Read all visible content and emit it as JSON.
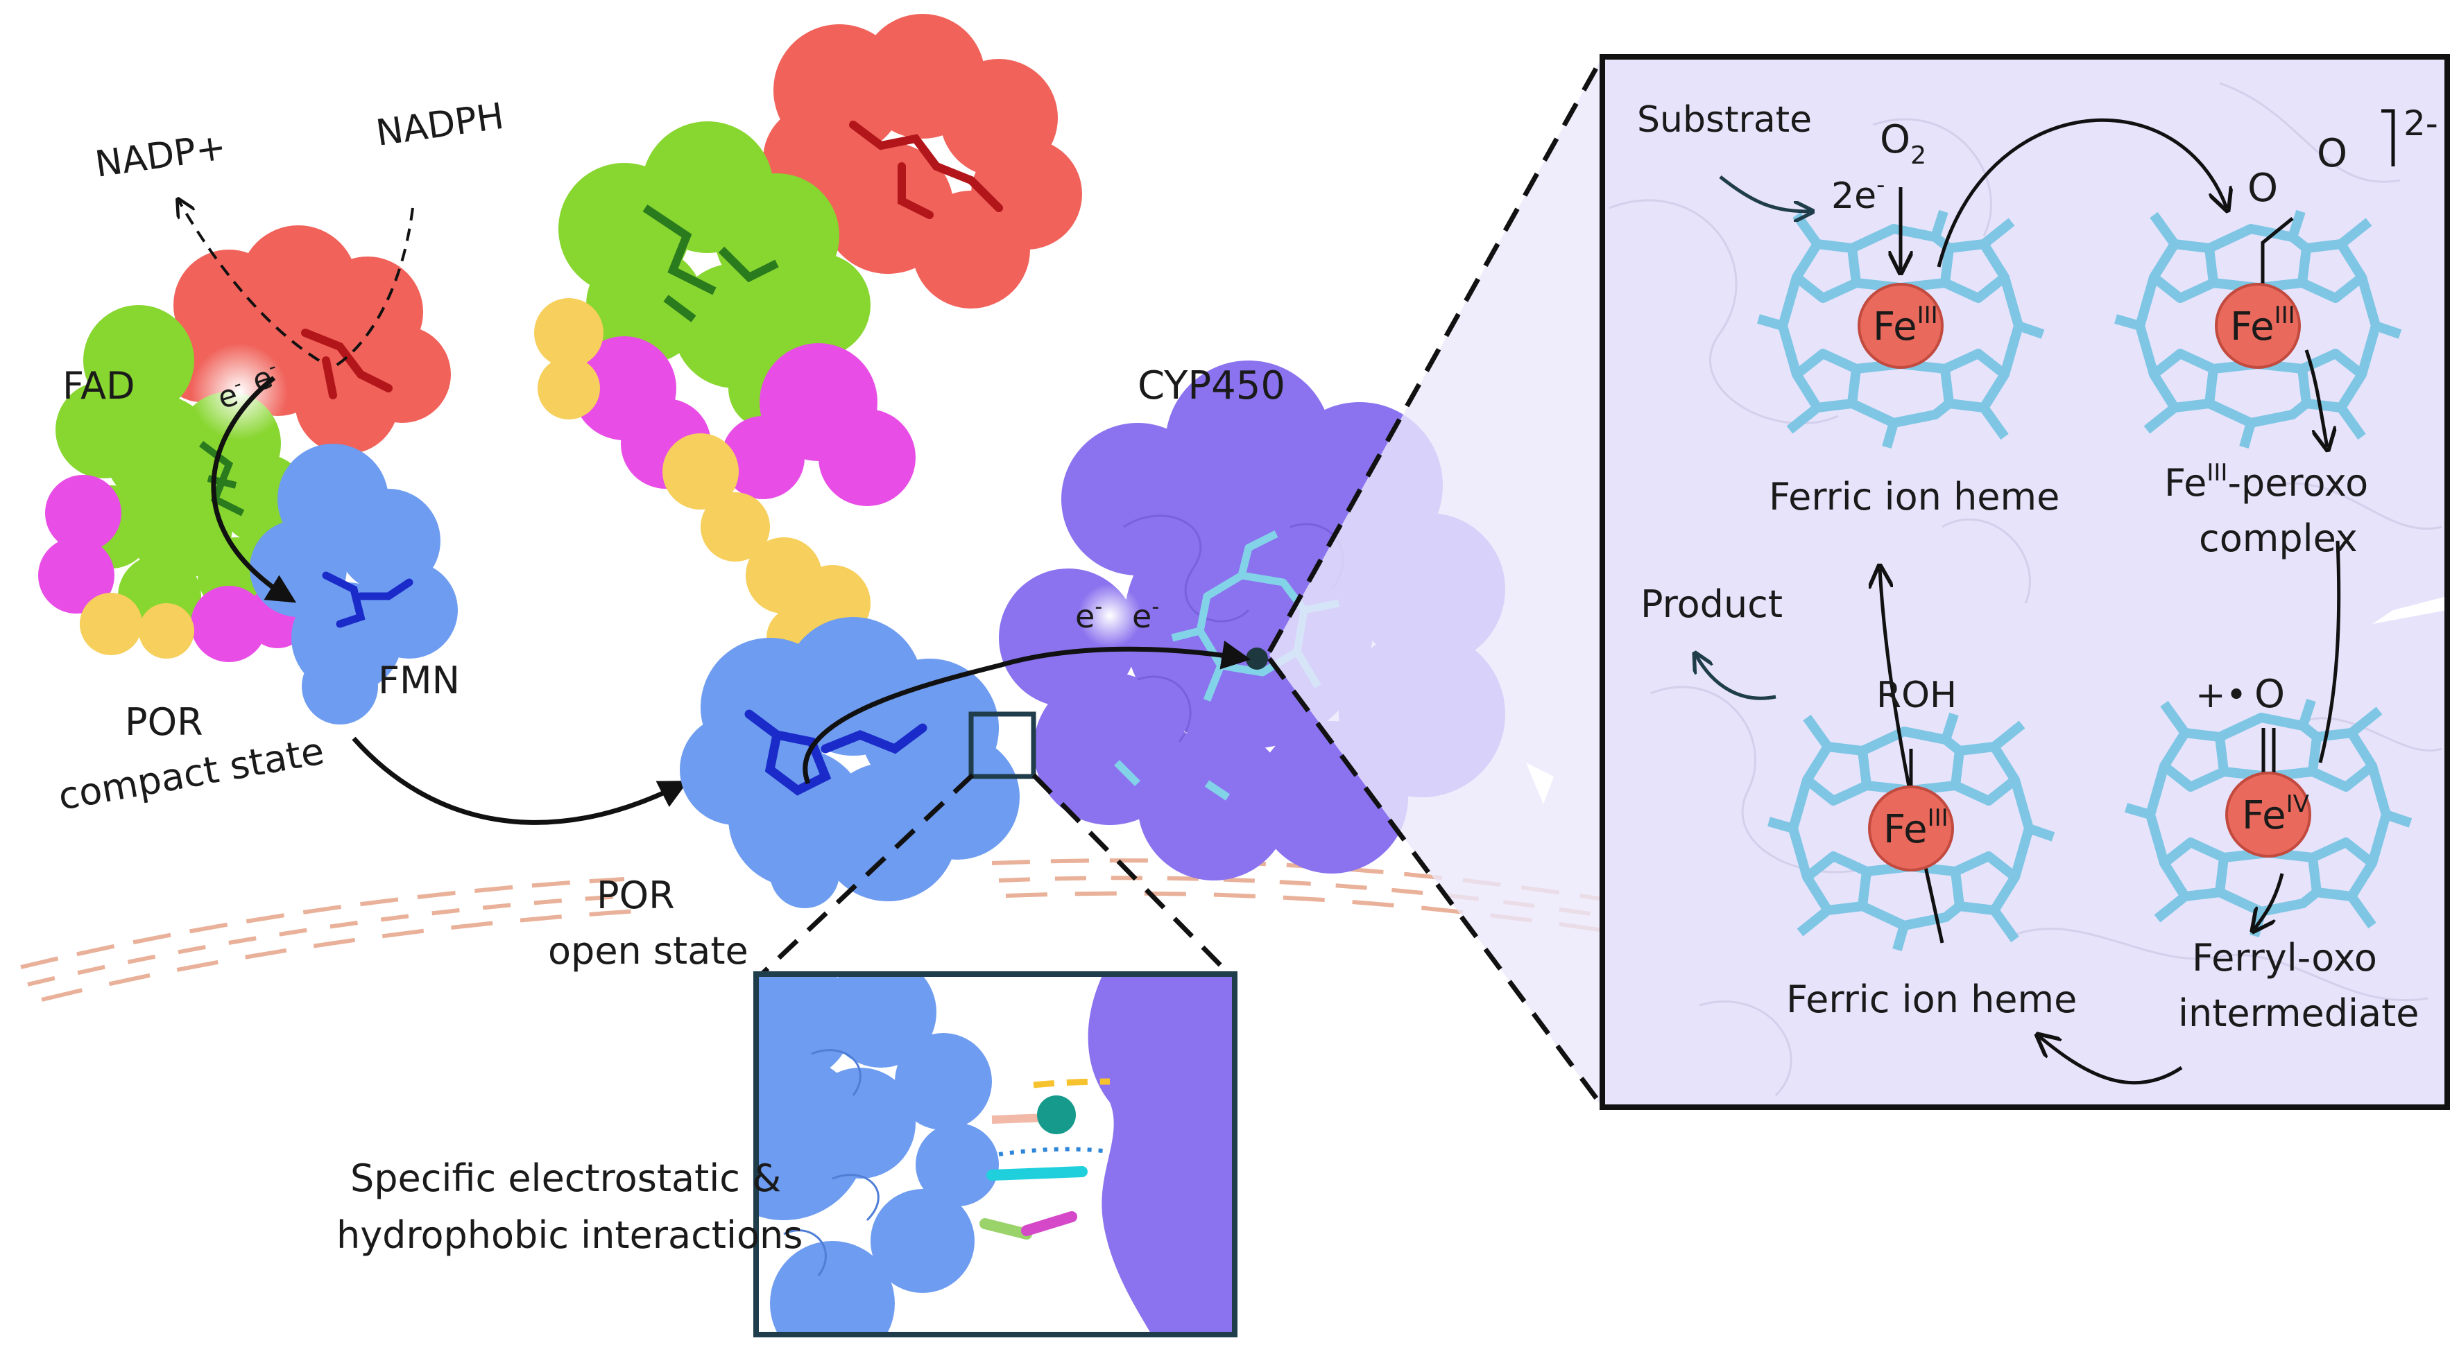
{
  "labels": {
    "nadp_plus": "NADP+",
    "nadph": "NADPH",
    "fad": "FAD",
    "fmn": "FMN",
    "electron_sym": "e",
    "electron_sup": "-",
    "por_compact_line1": "POR",
    "por_compact_line2": "compact state",
    "por_open_line1": "POR",
    "por_open_line2": "open state",
    "cyp450": "CYP450",
    "interactions_line1": "Specific electrostatic &",
    "interactions_line2": "hydrophobic interactions"
  },
  "cycle": {
    "substrate": "Substrate",
    "o2_main": "O",
    "o2_sub": "2",
    "two_e": "2e",
    "two_e_sup": "-",
    "peroxo_o1": "O",
    "peroxo_o2": "O",
    "charge_2minus": "2-",
    "fe": "Fe",
    "fe_iii": "III",
    "fe_iv": "IV",
    "ferric_heme_top": "Ferric ion heme",
    "peroxo_prefix": "Fe",
    "peroxo_sup": "III",
    "peroxo_suffix": "-peroxo",
    "peroxo_line2": "complex",
    "product": "Product",
    "roh": "ROH",
    "radical": "+•",
    "oxo_o": "O",
    "ferric_heme_bottom": "Ferric ion heme",
    "ferryl_line1": "Ferryl-oxo",
    "ferryl_line2": "intermediate"
  },
  "colors": {
    "fnr_red": "#f0625a",
    "fad_green": "#88d630",
    "magenta": "#e84de6",
    "yellow": "#f6cf5c",
    "fmn_blue": "#6e9cf0",
    "cyp_purple": "#8b73ef",
    "panel_bg": "#e6e3fb",
    "heme_cyan": "#7ec6e4",
    "iron_red": "#e96a5c"
  }
}
